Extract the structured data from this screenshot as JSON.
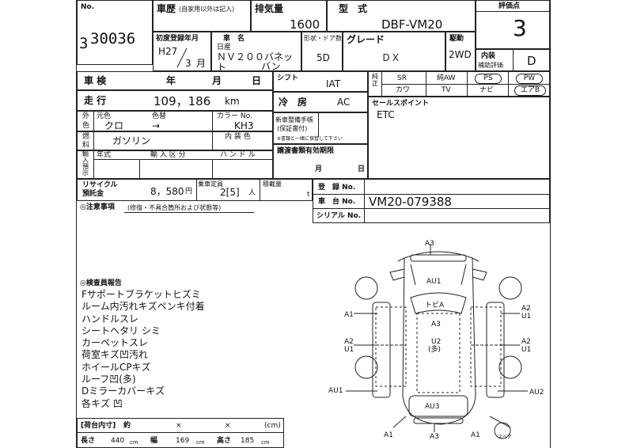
{
  "header": {
    "no_label": "No.",
    "lot_number": "30036",
    "lot_prefix": "3",
    "history_label": "車歴",
    "history_note": "(自家用以外は記入)",
    "displacement_label": "排気量",
    "displacement_value": "1600",
    "model_label": "型　式",
    "model_value": "DBF-VM20",
    "grade_box_label": "評価点",
    "grade_value": "3",
    "first_reg_label": "初度登録年月",
    "reg_year": "H27",
    "reg_month": "3",
    "reg_month_unit": "月",
    "car_name_label": "車　名",
    "maker": "日産",
    "car_name": "ＮＶ２００バネット",
    "car_name2": "バン",
    "door_label": "形状・ドア数",
    "door_value": "5D",
    "grade_label": "グレード",
    "grade_text": "ＤＸ",
    "drive_label": "駆動",
    "drive_value": "2WD",
    "interior_label": "内装",
    "interior_sub": "補助評価",
    "interior_value": "D"
  },
  "specs": {
    "inspection_label": "車 検",
    "year_label": "年",
    "month_label": "月",
    "day_label": "日",
    "mileage_label": "走 行",
    "mileage_value": "109，186",
    "mileage_unit": "km",
    "exterior_label1": "外",
    "exterior_label2": "色",
    "original_color_label": "元色",
    "color_change_label": "色替",
    "color_value": "クロ",
    "color_arrow": "→",
    "color_no_label": "カラー No.",
    "color_no_value": "KH3",
    "fuel_label1": "燃",
    "fuel_label2": "料",
    "fuel_value": "ガソリン",
    "interior_color_label": "内 装 色",
    "import_label1": "輸",
    "import_label2": "入",
    "import_label3": "預",
    "import_label4": "示",
    "year_type_label": "年式",
    "import_class_label": "輸 入 区 分",
    "handle_label": "ハ ン ド ル",
    "recycle_label": "リサイクル",
    "recycle_label2": "預託金",
    "recycle_value": "8，580",
    "recycle_unit": "円",
    "capacity_label": "乗車定員",
    "capacity_value": "2[5]",
    "capacity_unit": "人",
    "load_label": "積載量",
    "load_unit": "t",
    "shift_label": "シフト",
    "shift_value": "IAT",
    "ac_label": "冷　房",
    "ac_value": "AC",
    "manual_label1": "新車整備手帳",
    "manual_label2": "(保証書付)",
    "manual_note": "※書類と一緒に保管して下さい",
    "transfer_label": "譲渡書類有効期限",
    "transfer_month": "月",
    "transfer_day": "日",
    "reg_no_label": "登　録 No.",
    "chassis_label": "車　台 No.",
    "chassis_value": "VM20-079388",
    "serial_label": "シリアル No."
  },
  "equipment": {
    "label": "純正",
    "row1": [
      "SR",
      "純AW",
      "PS",
      "PW"
    ],
    "row2": [
      "カワ",
      "TV",
      "ナビ",
      "エアB"
    ],
    "circled": [
      "PS",
      "PW",
      "エアB"
    ]
  },
  "sales_point": {
    "label": "セールスポイント",
    "value": "ETC"
  },
  "notes": {
    "caution_label": "◎注意事項",
    "caution_sub": "(修復・不具合箇所および状態等)",
    "inspector_label": "◎検査員報告",
    "lines": [
      "Fサポートブラケットヒズミ",
      "ルーム内汚れキズペンキ付着",
      "ハンドルスレ",
      "シートヘタリ シミ",
      "カーペットスレ",
      "荷室キズ凹汚れ",
      "ホイールCPキズ",
      "ルーフ凹(多)",
      "Dミラーカバーキズ",
      "各キズ 凹"
    ]
  },
  "cargo": {
    "label": "[荷台内寸]",
    "label2": "約",
    "x1": "×",
    "x2": "×",
    "unit": "(cm)",
    "length_label": "長さ",
    "length_value": "440",
    "width_label": "幅",
    "width_value": "169",
    "height_label": "高さ",
    "height_value": "185",
    "cm": "cm"
  },
  "diagram": {
    "labels": {
      "a3_top": "A3",
      "au1_top": "AU1",
      "tobi": "トビA",
      "a3_mid": "A3",
      "u2": "U2",
      "u2_sub": "(多)",
      "au3": "AU3",
      "a1_left": "A1",
      "a2u1_left_a": "A2",
      "a2u1_left_b": "U1",
      "au1_left": "AU1",
      "a2u1_right1_a": "A2",
      "a2u1_right1_b": "U1",
      "a2u1_right2_a": "A2",
      "a2u1_right2_b": "U1",
      "au2_right": "AU2",
      "a1_bottom": "A1",
      "a3_bottom": "A3",
      "a1_bottom_right": "A1",
      "spare": "スペア"
    }
  }
}
